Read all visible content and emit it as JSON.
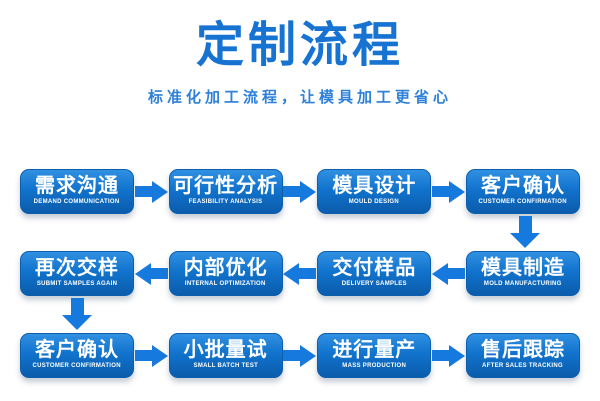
{
  "title": "定制流程",
  "subtitle": "标准化加工流程，让模具加工更省心",
  "colors": {
    "background": "#ffffff",
    "title_blue": "#1673d2",
    "subtitle_blue": "#2e80d8",
    "box_gradient_top": "#3090e2",
    "box_gradient_bottom": "#0b5cab",
    "box_border": "#0d5fae",
    "arrow_blue": "#1679dd",
    "text_white": "#ffffff"
  },
  "rows": [
    {
      "direction": "right",
      "steps": [
        {
          "zh": "需求沟通",
          "en": "DEMAND COMMUNICATION"
        },
        {
          "zh": "可行性分析",
          "en": "FEASIBILITY ANALYSIS"
        },
        {
          "zh": "模具设计",
          "en": "MOULD DESIGN"
        },
        {
          "zh": "客户确认",
          "en": "CUSTOMER CONFIRMATION"
        }
      ]
    },
    {
      "direction": "left",
      "steps": [
        {
          "zh": "再次交样",
          "en": "SUBMIT SAMPLES AGAIN"
        },
        {
          "zh": "内部优化",
          "en": "INTERNAL OPTIMIZATION"
        },
        {
          "zh": "交付样品",
          "en": "DELIVERY SAMPLES"
        },
        {
          "zh": "模具制造",
          "en": "MOLD MANUFACTURING"
        }
      ]
    },
    {
      "direction": "right",
      "steps": [
        {
          "zh": "客户确认",
          "en": "CUSTOMER CONFIRMATION"
        },
        {
          "zh": "小批量试",
          "en": "SMALL BATCH TEST"
        },
        {
          "zh": "进行量产",
          "en": "MASS PRODUCTION"
        },
        {
          "zh": "售后跟踪",
          "en": "AFTER SALES TRACKING"
        }
      ]
    }
  ]
}
